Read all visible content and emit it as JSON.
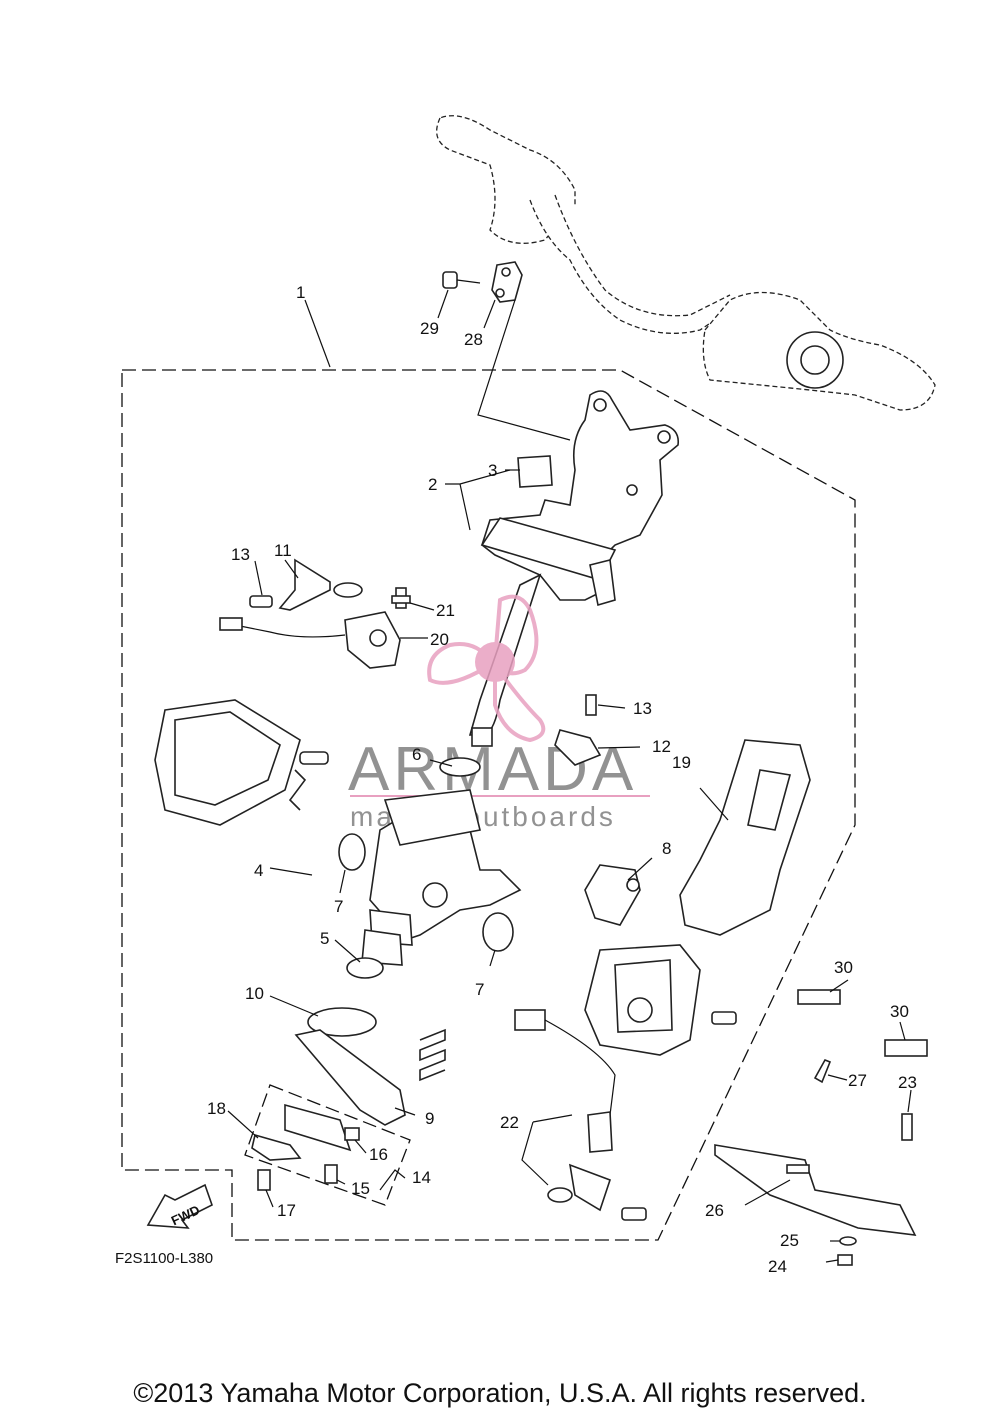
{
  "diagram": {
    "code": "F2S1100-L380",
    "fwd_label": "FWD",
    "watermark": {
      "brand": "ARMADA",
      "tagline": "marine outboards",
      "accent_color": "#e8a0c0"
    },
    "callouts": [
      "1",
      "2",
      "3",
      "4",
      "5",
      "6",
      "7",
      "7",
      "8",
      "9",
      "10",
      "11",
      "12",
      "13",
      "13",
      "14",
      "15",
      "16",
      "17",
      "18",
      "19",
      "20",
      "21",
      "22",
      "23",
      "24",
      "25",
      "26",
      "27",
      "28",
      "29",
      "30",
      "30"
    ]
  },
  "footer": {
    "copyright": "©2013 Yamaha Motor Corporation, U.S.A. All rights reserved."
  }
}
